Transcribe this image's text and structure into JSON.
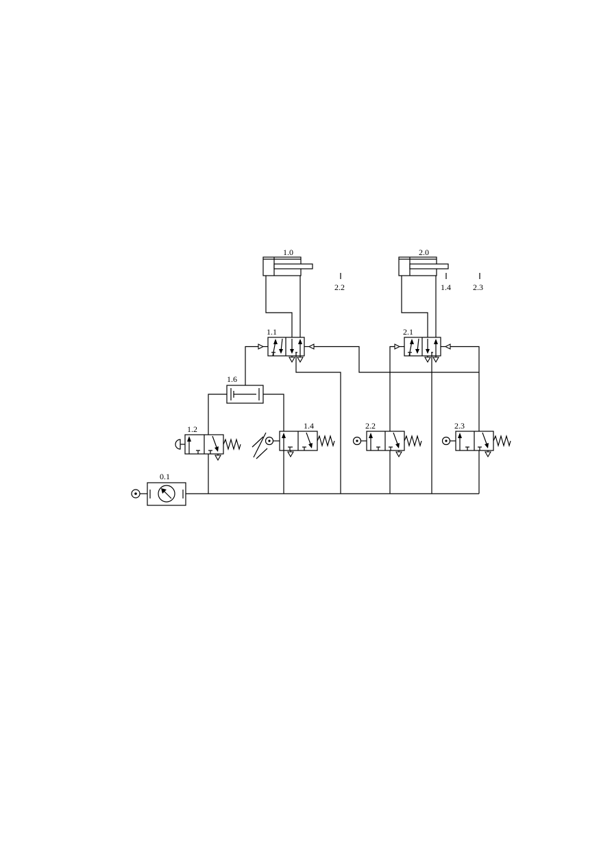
{
  "components": {
    "cyl1": "1.0",
    "cyl2": "2.0",
    "valve11": "1.1",
    "valve21": "2.1",
    "shuttle16": "1.6",
    "valve12": "1.2",
    "valve14": "1.4",
    "valve22": "2.2",
    "valve23": "2.3",
    "service01": "0.1"
  },
  "limit_markers": {
    "m22": "2.2",
    "m14": "1.4",
    "m23": "2.3"
  }
}
